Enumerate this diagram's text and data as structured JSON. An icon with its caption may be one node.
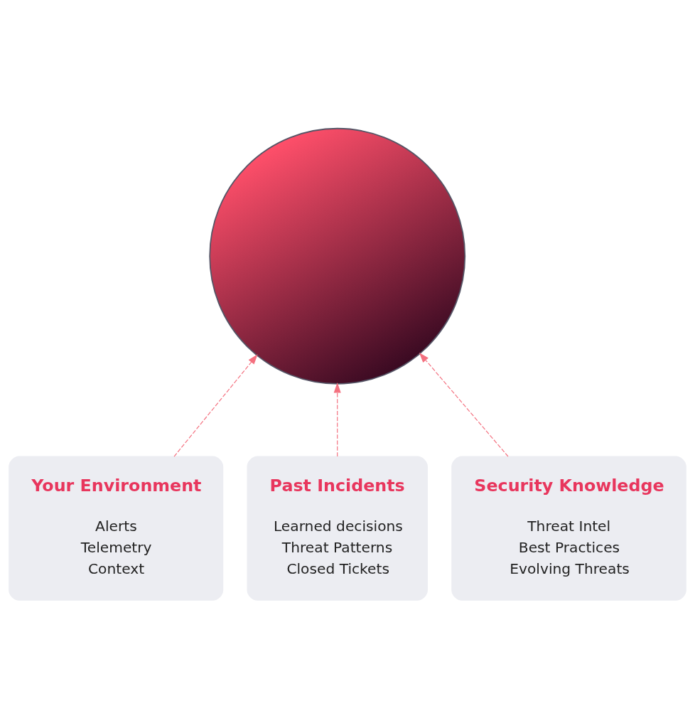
{
  "diagram": {
    "nodes": [
      {
        "text": [],
        "shape": "picture"
      },
      {
        "text": [
          "Your Environment",
          "Alerts",
          "Telemetry",
          "Context"
        ]
      },
      {
        "text": [
          "Past Incidents",
          "Learned decisions",
          "Threat Patterns",
          "Closed Tickets"
        ]
      },
      {
        "text": [
          "Security Knowledge",
          "Threat Intel",
          "Best Practices",
          "Evolving Threats"
        ]
      }
    ],
    "edges": [
      {
        "from": 1,
        "to": 0,
        "arrow": "to",
        "style": "dashed"
      },
      {
        "from": 2,
        "to": 0,
        "arrow": "to",
        "style": "dashed"
      },
      {
        "from": 3,
        "to": 0,
        "arrow": "to",
        "style": "dashed"
      }
    ]
  }
}
